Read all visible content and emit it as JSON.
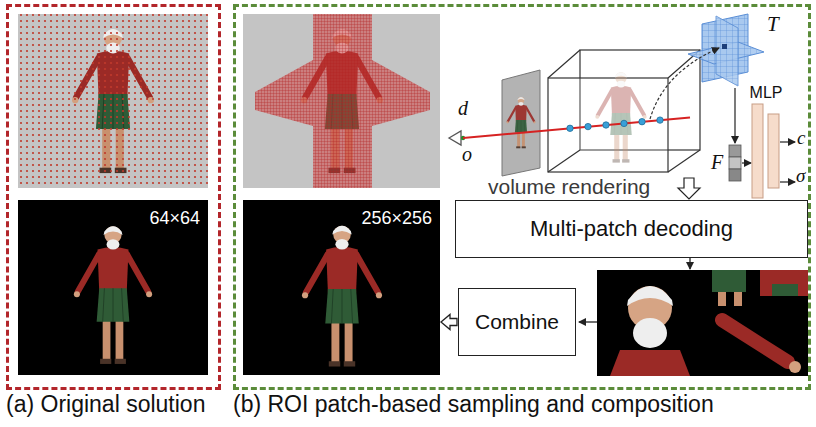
{
  "diagram": {
    "nodes": [
      {
        "text": [
          "(a) Original solution"
        ]
      },
      {
        "text": [
          "64×64"
        ],
        "in": 0
      },
      {
        "text": [
          "(b) ROI patch-based sampling and composition"
        ]
      },
      {
        "text": [
          "256×256"
        ],
        "in": 2
      },
      {
        "text": [
          "MLP"
        ],
        "in": 2
      },
      {
        "text": [
          "Multi-patch decoding"
        ],
        "in": 2
      },
      {
        "text": [
          "Combine"
        ],
        "in": 2
      }
    ],
    "edges": [
      {
        "from": 6,
        "to": 3,
        "arrow": "to"
      }
    ],
    "labels": [
      "d",
      "o",
      "T",
      "F",
      "c",
      "σ",
      "volume rendering"
    ]
  }
}
